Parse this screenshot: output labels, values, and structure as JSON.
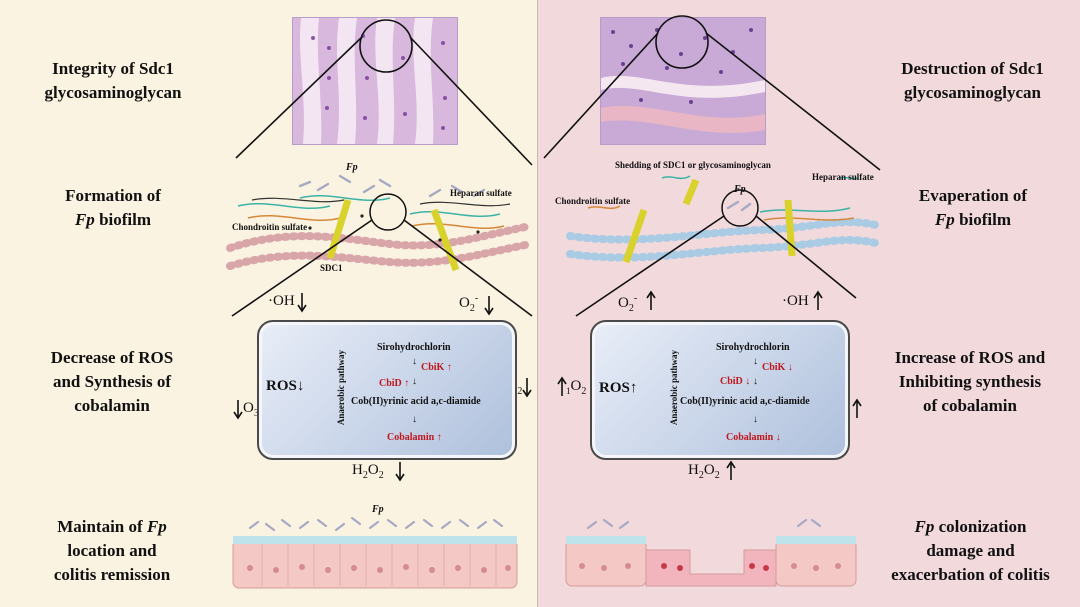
{
  "left": {
    "stage1": [
      "Integrity of Sdc1",
      "glycosaminoglycan"
    ],
    "stage2_line1_em": "Fp",
    "stage2": [
      "Formation of",
      "biofilm"
    ],
    "stage3": [
      "Decrease of ROS",
      "and Synthesis of",
      "cobalamin"
    ],
    "stage4_em": "Fp",
    "stage4": [
      "Maintain of",
      "location and",
      "colitis remission"
    ],
    "membrane_labels": {
      "fp": "Fp",
      "heparan": "Heparan sulfate",
      "chondroitin": "Chondroitin sulfate",
      "sdc1": "SDC1"
    },
    "ros": {
      "oh": "·OH",
      "o2": "O",
      "h2o2": "H",
      "singlet": "O",
      "ozone": "O",
      "ros_main": "ROS"
    },
    "pathway": {
      "vertical": "Anaerobic pathway",
      "sirohydrochlorin": "Sirohydrochlorin",
      "cbik": "CbiK ↑",
      "cbid": "CbiD ↑",
      "intermediate": "Cob(II)yrinic acid a,c-diamide",
      "cobalamin": "Cobalamin ↑"
    },
    "epithelium_fp": "Fp"
  },
  "right": {
    "stage1": [
      "Destruction of Sdc1",
      "glycosaminoglycan"
    ],
    "stage2": [
      "Evaperation of",
      "biofilm"
    ],
    "stage2_em": "Fp",
    "stage3": [
      "Increase of ROS and",
      "Inhibiting synthesis",
      "of cobalamin"
    ],
    "stage4_em": "Fp",
    "stage4": [
      "colonization",
      "damage and",
      "exacerbation of colitis"
    ],
    "membrane_labels": {
      "shedding": "Shedding of SDC1 or glycosaminoglycan",
      "heparan": "Heparan sulfate",
      "chondroitin": "Chondroitin sulfate",
      "fp": "Fp"
    },
    "ros": {
      "oh": "·OH",
      "o2": "O",
      "h2o2": "H",
      "singlet": "O",
      "ozone": "O",
      "ros_main": "ROS"
    },
    "pathway": {
      "vertical": "Anaerobic pathway",
      "sirohydrochlorin": "Sirohydrochlorin",
      "cbik": "CbiK ↓",
      "cbid": "CbiD ↓",
      "intermediate": "Cob(II)yrinic acid a,c-diamide",
      "cobalamin": "Cobalamin ↓"
    }
  },
  "colors": {
    "left_bg": "#fbf3e1",
    "right_bg": "#f1d9dc",
    "pathway_red": "#c0171d",
    "sdc1_bar": "#e3e13a",
    "heparan": "#3bb3a6",
    "chondroitin": "#d6883a"
  }
}
